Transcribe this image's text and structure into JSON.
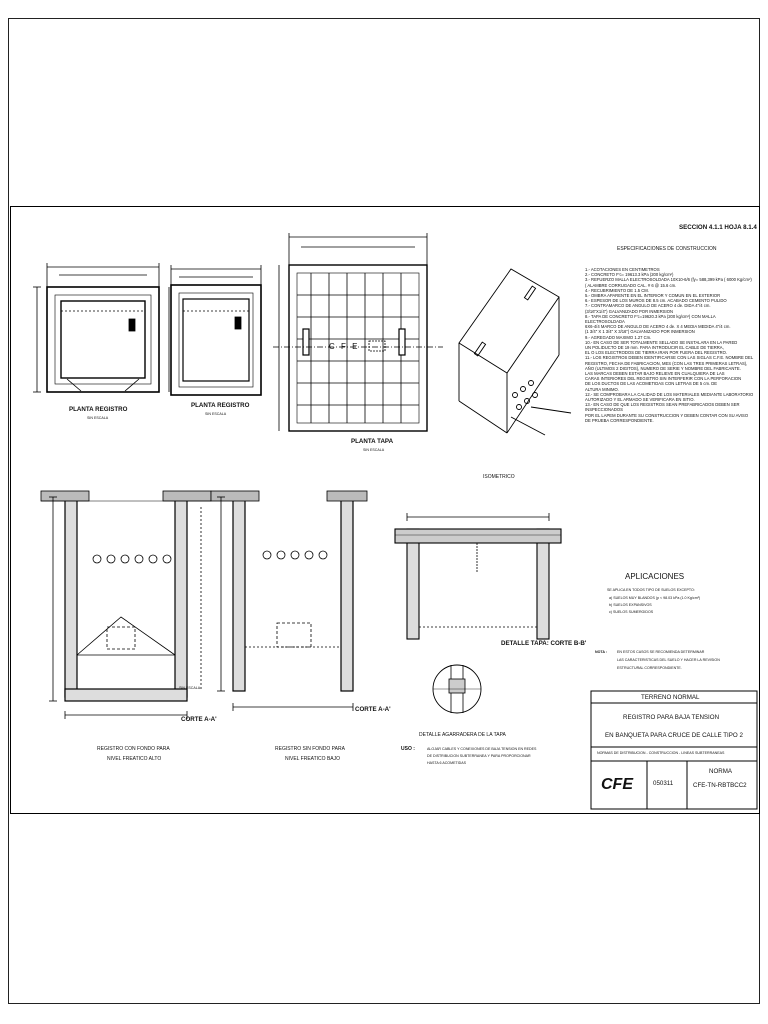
{
  "header": {
    "section": "SECCION 4.1.1  HOJA  8.1.4",
    "spec_title": "ESPECIFICACIONES DE CONSTRUCCION"
  },
  "views": {
    "planta_registro_1": {
      "title": "PLANTA REGISTRO",
      "sub": "SIN ESCALA"
    },
    "planta_registro_2": {
      "title": "PLANTA REGISTRO",
      "sub": "SIN ESCALA"
    },
    "planta_tapa": {
      "title": "PLANTA TAPA",
      "sub": "SIN ESCALA",
      "letters": "C    F    E"
    },
    "isometrico": {
      "title": "ISOMETRICO"
    },
    "corte_1": {
      "title": "CORTE A-A'",
      "caption_1": "REGISTRO CON FONDO PARA",
      "caption_2": "NIVEL FREATICO ALTO"
    },
    "corte_2": {
      "title": "CORTE A-A'",
      "sub": "SIN ESCALA",
      "caption_1": "REGISTRO SIN FONDO PARA",
      "caption_2": "NIVEL FREATICO BAJO"
    },
    "detalle_tapa": {
      "title": "DETALLE TAPA: CORTE  B-B'"
    },
    "detalle_agarradera": {
      "title": "DETALLE AGARRADERA DE LA TAPA"
    }
  },
  "specs": [
    "1.- ACOTACIONES EN CENTIMETROS",
    "2.-   CONCRETO F'c= 19613.3 kPa (200 kg/cm²)",
    "3.- REFUERZO MALLA ELECTROSOLDADA 10X10-6/6 (fy= 588,399 kPa ( 6000 Kg/cm²)",
    "     ( ALAMBRE CORRUGADO CAL. # 6 @ 15.6 cm.",
    "4.- RECUBRIMIENTO DE 1.5 CM.",
    "5.- OMBRA APARENTE EN EL INTERIOR Y COMUN EN EL EXTERIOR",
    "6.- ESPESOR DE LOS MUROS DE 8.5 cm. ACABADO CEMENTO PULIDO",
    "7.- CONTRAMARCO DE ANGULO DE ACERO 4 de. DIDA 4\"/4 cm.",
    "     (3/16\"X1/4\")    GALVANIZADO POR INMERSION",
    "8.- TAPA DE CONCRETO F'c=19620.3 kPa (200 kg/cm²)            CON MALLA ELECTROSOLDADA",
    "     6X6-4/4 MARCO DE ANGULO DE ACERO 4 de. X 4 MEDIA MEDIDA 4\"/4 cm.",
    "     (1 3/4\" X 1 3/4\" X 3/16\")      GALVANIZADO POR INMERSION",
    "9.- AGREGADO MAXIMO 1.27 Cm.",
    "10.- EN CASO DE SER TOTALMENTE SELLADO SE INSTALARA EN LA PARED",
    "      UN POLIDUCTO DE 19 mm. PARA INTRODUCIR EL CABLE DE TIERRA,",
    "      EL O LOS ELECTRODOS DE TIERRA IRAN POR FUERA DEL REGISTRO.",
    "11.- LOS REGISTROS DEBEN IDENTIFICARSE CON LAS SIGLAS  C.F.E.  NOMBRE DEL",
    "      REGISTRO, FECHA DE FABRICACION, MES (CON LAS TRES PRIMERAS LETRAS),",
    "      AÑO (ULTIMOS 2 DIGITOS), NUMERO DE SERIE Y NOMBRE DEL FABRICANTE.",
    "      LAS MARCAS DEBEN ESTAR BAJO RELIEVE EN CUALQUIERA DE LAS",
    "      CARAS INTERIORES DEL REGISTRO SIN INTERFERIR CON LA PERFORACION",
    "      DE LOS DUCTOS DE LAS ACOMETIDAS CON LETRAS DE 5 cm. DE",
    "      ALTURA MINIMO.",
    "12.- SE COMPROBARA LA CALIDAD DE LOS MATERIALES MEDIANTE LABORATORIO",
    "      AUTORIZADO Y EL ARMADO SE VERIFICARA EN SITIO.",
    "13.- EN CASO DE QUE LOS REGISTROS SEAN PREFABRICADOS DEBEN SER INSPECCIONADOS",
    "      POR EL LAPEM DURANTE SU CONSTRUCCION Y DEBEN CONTAR CON SU AVISO",
    "      DE PRUEBA CORRESPONDIENTE."
  ],
  "aplicaciones": {
    "title": "APLICACIONES",
    "intro": "SE APLICA EN TODOS TIPO DE SUELOS EXCEPTO:",
    "items": [
      "a)   SUELOS MUY BLANDOS (p < 98.03 kPa (1.0 Kg/cm²)",
      "b)   SUELOS EXPANSIVOS",
      "c)   SUELOS SUMERGIDOS"
    ],
    "nota_label": "NOTA :",
    "nota_lines": [
      "EN ESTOS CASOS SE RECOMIENDA DETERMINAR",
      "LAS CARACTERISTICAS DEL SUELO       Y HACER LA REVISION",
      "ESTRUCTURAL CORRESPONDIENTE."
    ]
  },
  "uso": {
    "label": "USO :",
    "lines": [
      "ALOJAR CABLES Y CONEXIONES DE BAJA TENSION EN REDES",
      "DE DISTRIBUCION SUBTERRANEA Y PARA PROPORCIONAR",
      "HASTA 6 ACOMETIDAS"
    ]
  },
  "title_block": {
    "terreno": "TERRENO NORMAL",
    "title_1": "REGISTRO PARA BAJA TENSION",
    "title_2": "EN BANQUETA PARA CRUCE DE CALLE TIPO 2",
    "normas": "NORMAS DE DISTRIBUCION - CONSTRUCCION - LINEAS SUBTERRANEAS",
    "logo": "CFE",
    "date": "050311",
    "norma_label": "NORMA",
    "norma_code": "CFE-TN-RBTBCC2"
  }
}
